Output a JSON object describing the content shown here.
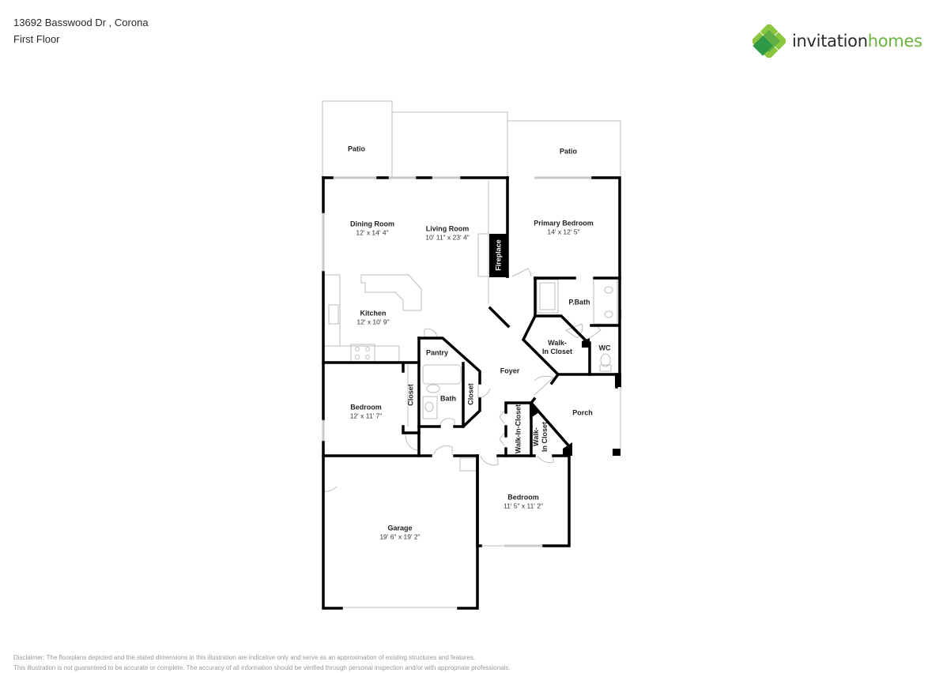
{
  "header": {
    "address": "13692 Basswood Dr , Corona",
    "floor": "First Floor"
  },
  "logo": {
    "word1": "invitation",
    "word2": "homes",
    "colors": {
      "dark": "#2b2b2b",
      "green": "#6cb33f",
      "light_green": "#8cc63f",
      "deep_green": "#2e9a48"
    }
  },
  "rooms": {
    "patio_left": {
      "name": "Patio"
    },
    "patio_right": {
      "name": "Patio"
    },
    "dining": {
      "name": "Dining Room",
      "dims": "12' x 14' 4\""
    },
    "living": {
      "name": "Living Room",
      "dims": "10' 11\" x 23' 4\""
    },
    "fireplace": {
      "name": "Fireplace"
    },
    "primary_bedroom": {
      "name": "Primary Bedroom",
      "dims": "14' x 12' 5\""
    },
    "pbath": {
      "name": "P.Bath"
    },
    "kitchen": {
      "name": "Kitchen",
      "dims": "12' x 10' 9\""
    },
    "walkin_primary": {
      "name": "Walk-\nIn Closet",
      "line1": "Walk-",
      "line2": "In Closet"
    },
    "wc": {
      "name": "WC"
    },
    "pantry": {
      "name": "Pantry"
    },
    "foyer": {
      "name": "Foyer"
    },
    "bedroom_left": {
      "name": "Bedroom",
      "dims": "12' x 11' 7\""
    },
    "closet_left": {
      "name": "Closet"
    },
    "bath": {
      "name": "Bath"
    },
    "closet_right": {
      "name": "Closet"
    },
    "porch": {
      "name": "Porch"
    },
    "walkin_closet_a": {
      "name": "Walk-In-Closet"
    },
    "walkin_closet_b": {
      "line1": "Walk-",
      "line2": "In Closet"
    },
    "bedroom_bottom": {
      "name": "Bedroom",
      "dims": "11' 5\" x 11' 2\""
    },
    "garage": {
      "name": "Garage",
      "dims": "19' 6\" x 19' 2\""
    }
  },
  "disclaimer": {
    "line1": "Disclaimer: The floorplans depicted and the stated dimensions in this illustration are indicative only and serve as an approximation of existing structures and features.",
    "line2": "This illustration is not guaranteed to be accurate or complete. The accuracy of all information should be verified through personal inspection and/or with appropriate professionals."
  }
}
